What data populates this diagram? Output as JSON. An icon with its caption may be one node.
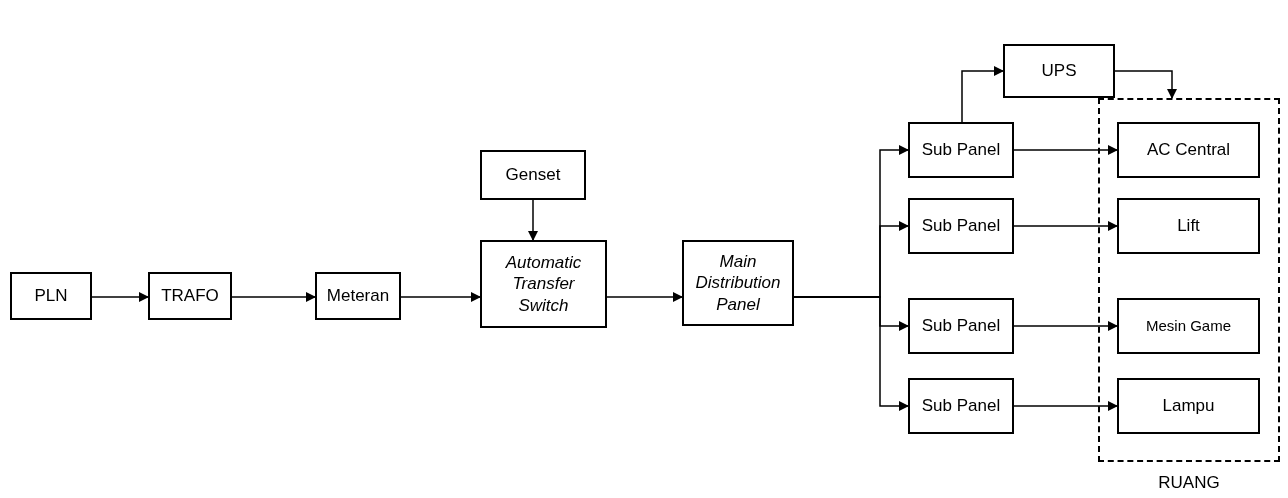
{
  "diagram": {
    "nodes": [
      {
        "text": [
          "PLN"
        ]
      },
      {
        "text": [
          "TRAFO"
        ]
      },
      {
        "text": [
          "Meteran"
        ]
      },
      {
        "text": [
          "Genset"
        ]
      },
      {
        "text": [
          "Automatic Transfer Switch"
        ]
      },
      {
        "text": [
          "Main Distribution Panel"
        ]
      },
      {
        "text": [
          "UPS"
        ]
      },
      {
        "text": [
          "Sub Panel"
        ]
      },
      {
        "text": [
          "Sub Panel"
        ]
      },
      {
        "text": [
          "Sub Panel"
        ]
      },
      {
        "text": [
          "Sub Panel"
        ]
      },
      {
        "text": [
          "RUANG"
        ]
      },
      {
        "text": [
          "AC Central"
        ],
        "in": 11
      },
      {
        "text": [
          "Lift"
        ],
        "in": 11
      },
      {
        "text": [
          "Mesin Game"
        ],
        "in": 11
      },
      {
        "text": [
          "Lampu"
        ],
        "in": 11
      }
    ],
    "edges": [
      {
        "from": 0,
        "to": 1,
        "arrow": "to"
      },
      {
        "from": 1,
        "to": 2,
        "arrow": "to"
      },
      {
        "from": 2,
        "to": 4,
        "arrow": "to"
      },
      {
        "from": 3,
        "to": 4,
        "arrow": "to"
      },
      {
        "from": 4,
        "to": 5,
        "arrow": "to"
      },
      {
        "from": 5,
        "to": 7,
        "arrow": "to"
      },
      {
        "from": 5,
        "to": 8,
        "arrow": "to"
      },
      {
        "from": 5,
        "to": 9,
        "arrow": "to"
      },
      {
        "from": 5,
        "to": 10,
        "arrow": "to"
      },
      {
        "from": 7,
        "to": 6,
        "arrow": "to"
      },
      {
        "from": 6,
        "to": 11,
        "arrow": "to"
      },
      {
        "from": 7,
        "to": 12,
        "arrow": "to"
      },
      {
        "from": 8,
        "to": 13,
        "arrow": "to"
      },
      {
        "from": 9,
        "to": 14,
        "arrow": "to"
      },
      {
        "from": 10,
        "to": 15,
        "arrow": "to"
      }
    ]
  }
}
